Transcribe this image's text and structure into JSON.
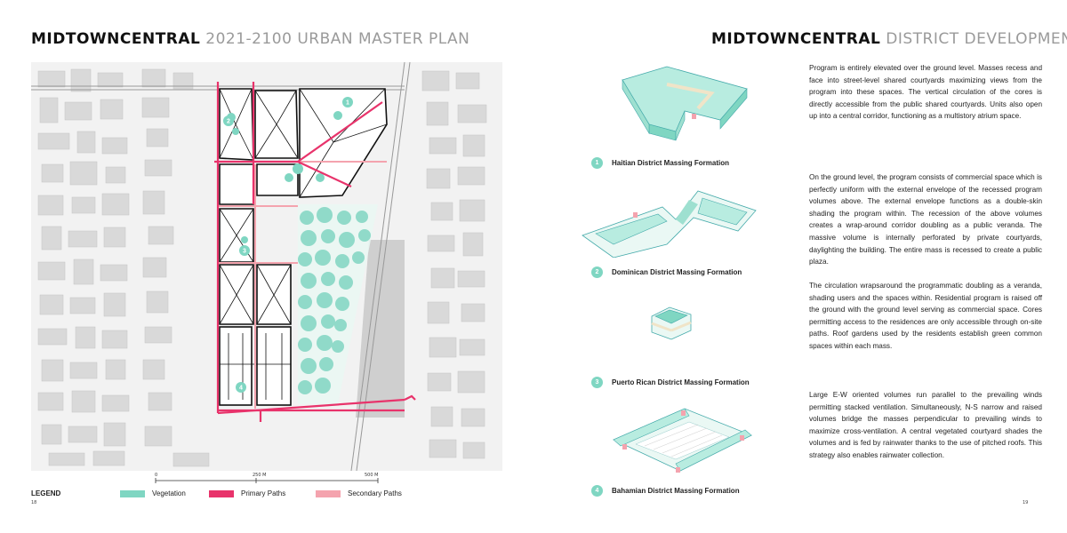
{
  "left_page": {
    "title_strong": "MIDTOWNCENTRAL",
    "title_light": "2021-2100 URBAN MASTER PLAN",
    "map_markers": [
      "1",
      "2",
      "3",
      "4"
    ],
    "scale": {
      "start": "0",
      "mid": "250 M",
      "end": "500 M"
    },
    "legend": {
      "title": "LEGEND",
      "items": [
        {
          "label": "Vegetation",
          "color": "#7fd6c2"
        },
        {
          "label": "Primary Paths",
          "color": "#e8336b"
        },
        {
          "label": "Secondary Paths",
          "color": "#f4a3ae"
        }
      ]
    },
    "page_number": "18"
  },
  "right_page": {
    "title_strong": "MIDTOWNCENTRAL",
    "title_light": "DISTRICT DEVELOPMENT",
    "districts": [
      {
        "number": "1",
        "caption": "Haitian District Massing Formation",
        "text": "Program is entirely elevated over the ground level.  Masses recess and face into street-level shared courtyards maximizing views from the program into these spaces.  The vertical circulation of the cores is directly accessible from the public shared courtyards.  Units also open up into a central corridor, functioning as a multistory atrium space."
      },
      {
        "number": "2",
        "caption": "Dominican District Massing Formation",
        "text": "On the ground level, the program consists of commercial space which is perfectly uniform with the external envelope of the recessed program volumes above.  The external envelope functions as a double-skin shading the program within. The recession of the above volumes creates a wrap-around corridor doubling as a public veranda.  The massive volume is internally perforated by private courtyards, daylighting the building.  The entire mass is recessed to create a public plaza."
      },
      {
        "number": "3",
        "caption": "Puerto Rican District Massing Formation",
        "text": "The circulation wrapsaround the programmatic doubling as a veranda, shading users and the spaces within. Residential program is raised off the ground with the ground level serving as commercial space.  Cores permitting access to the residences are only accessible through on-site paths.  Roof gardens used by the residents establish green common spaces within each mass."
      },
      {
        "number": "4",
        "caption": "Bahamian District Massing Formation",
        "text": "Large E-W oriented volumes run parallel to the prevailing winds permitting stacked ventilation.  Simultaneously, N-S narrow and raised volumes bridge the masses perpendicular to prevailing winds to maximize cross-ventilation.  A central vegetated courtyard shades the volumes and is fed by rainwater thanks to the use of pitched roofs.  This strategy also enables rainwater collection."
      }
    ],
    "page_number": "19"
  },
  "colors": {
    "accent_teal": "#7fd6c2",
    "primary_path": "#e8336b",
    "secondary_path": "#f4a3ae"
  }
}
